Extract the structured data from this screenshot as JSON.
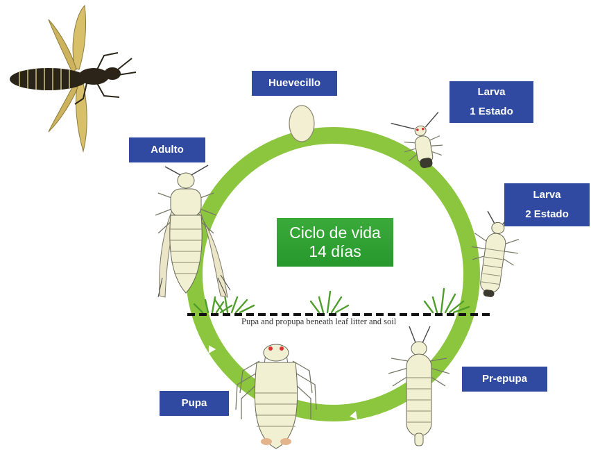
{
  "header": {
    "title": ""
  },
  "stages": {
    "egg": {
      "label": "Huevecillo"
    },
    "larva1": {
      "line1": "Larva",
      "line2": "1 Estado"
    },
    "larva2": {
      "line1": "Larva",
      "line2": "2 Estado"
    },
    "prepupa": {
      "label": "Pr-epupa"
    },
    "pupa": {
      "label": "Pupa"
    },
    "adult": {
      "label": "Adulto"
    }
  },
  "cycle": {
    "line1": "Ciclo de vida",
    "line2": "14 días"
  },
  "soil": {
    "caption": "Pupa and propupa beneath leaf litter and soil"
  },
  "colors": {
    "ring": "#8cc63f",
    "label_bg": "#2f4aa0",
    "center_bg": "#2e9e33",
    "insect_body": "#f2f0d2",
    "outline": "#555555"
  },
  "icons": [
    "winged-thrips-icon",
    "egg-icon",
    "larva-icon",
    "prepupa-icon",
    "pupa-icon",
    "adult-thrips-icon",
    "grass-icon",
    "arrow-icon"
  ]
}
